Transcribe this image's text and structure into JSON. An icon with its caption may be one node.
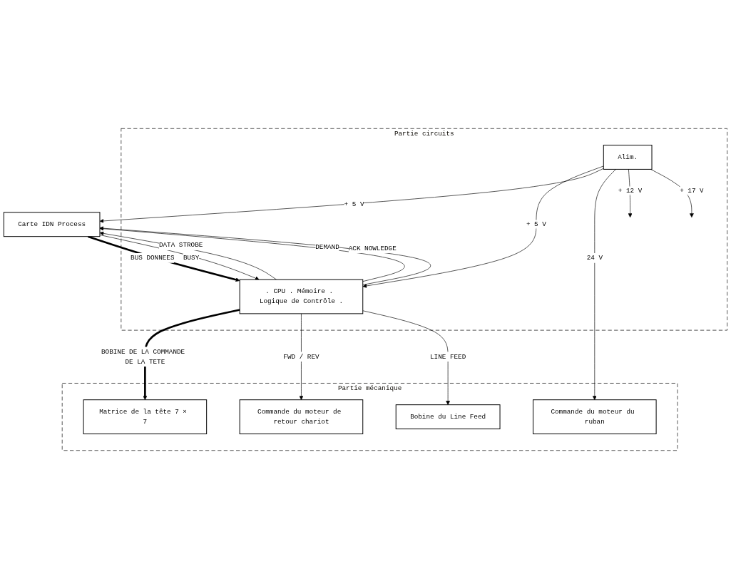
{
  "diagram": {
    "nodes": [
      {
        "text": [
          "Carte IDN Process"
        ]
      },
      {
        "text": [
          "Partie circuits"
        ]
      },
      {
        "text": [
          ". CPU . Mémoire . Logique de Contrôle ."
        ],
        "in": 1
      },
      {
        "text": [
          "Alim."
        ],
        "in": 1
      },
      {
        "text": [
          "Partie mécanique"
        ]
      },
      {
        "text": [
          "Matrice de la tête 7 × 7"
        ],
        "in": 4
      },
      {
        "text": [
          "Commande du moteur de retour chariot"
        ],
        "in": 4
      },
      {
        "text": [
          "Bobine du Line Feed"
        ],
        "in": 4
      },
      {
        "text": [
          "Commande du moteur du ruban"
        ],
        "in": 4
      }
    ],
    "edges": [
      {
        "from": 0,
        "to": 2,
        "arrow": "to",
        "label": "BUS DONNEES",
        "style": "thick"
      },
      {
        "from": 0,
        "to": 2,
        "arrow": "to",
        "label": "DATA STROBE"
      },
      {
        "from": 2,
        "to": 0,
        "arrow": "to",
        "label": "BUSY"
      },
      {
        "from": 2,
        "to": 0,
        "arrow": "to",
        "label": "DEMAND"
      },
      {
        "from": 2,
        "to": 0,
        "arrow": "to",
        "label": "ACK NOWLEDGE"
      },
      {
        "from": 2,
        "to": 5,
        "arrow": "to",
        "label": "BOBINE DE LA COMMANDE DE LA TETE",
        "style": "thick"
      },
      {
        "from": 2,
        "to": 6,
        "arrow": "to",
        "label": "FWD / REV"
      },
      {
        "from": 2,
        "to": 7,
        "arrow": "to",
        "label": "LINE FEED"
      },
      {
        "from": 3,
        "to": 2,
        "arrow": "to",
        "label": "+ 5 V"
      },
      {
        "from": 3,
        "to": 0,
        "arrow": "to",
        "label": "+ 5 V"
      },
      {
        "from": 3,
        "to": 8,
        "arrow": "to",
        "label": "24 V"
      },
      {
        "from": 3,
        "to": null,
        "arrow": "to",
        "label": "+ 12 V"
      },
      {
        "from": 3,
        "to": null,
        "arrow": "to",
        "label": "+ 17 V"
      }
    ]
  }
}
